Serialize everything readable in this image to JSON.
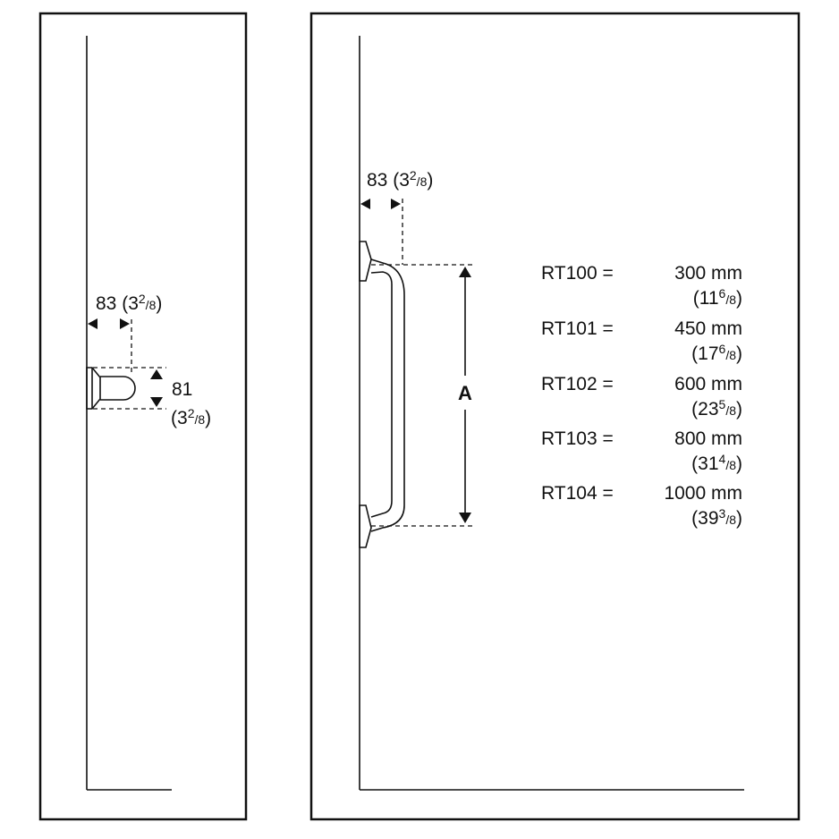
{
  "side_view": {
    "projection": {
      "value": "83",
      "whole": "3",
      "num": "2",
      "den": "8"
    },
    "diameter": {
      "value": "81",
      "whole": "3",
      "num": "2",
      "den": "8"
    }
  },
  "front_view": {
    "projection": {
      "value": "83",
      "whole": "3",
      "num": "2",
      "den": "8"
    },
    "length_label": "A",
    "models": [
      {
        "model": "RT100 =",
        "length": "300 mm",
        "whole": "11",
        "num": "6",
        "den": "8"
      },
      {
        "model": "RT101 =",
        "length": "450 mm",
        "whole": "17",
        "num": "6",
        "den": "8"
      },
      {
        "model": "RT102 =",
        "length": "600 mm",
        "whole": "23",
        "num": "5",
        "den": "8"
      },
      {
        "model": "RT103 =",
        "length": "800 mm",
        "whole": "31",
        "num": "4",
        "den": "8"
      },
      {
        "model": "RT104 =",
        "length": "1000 mm",
        "whole": "39",
        "num": "3",
        "den": "8"
      }
    ]
  }
}
